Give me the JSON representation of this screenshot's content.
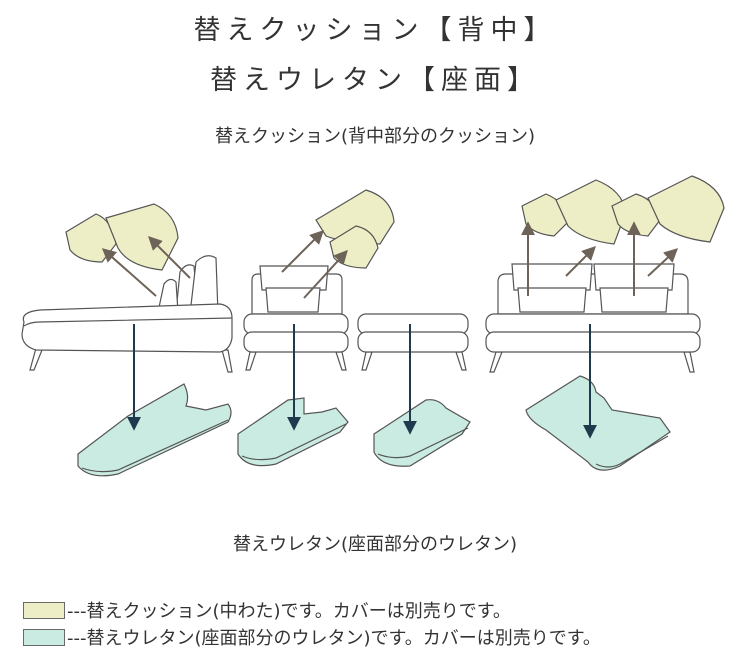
{
  "titles": {
    "line1": "替えクッション【背中】",
    "line2": "替えウレタン【座面】"
  },
  "captions": {
    "top": "替えクッション(背中部分のクッション)",
    "bottom": "替えウレタン(座面部分のウレタン)"
  },
  "legend": [
    {
      "color": "#eeeec6",
      "text": "---替えクッション(中わた)です。カバーは別売りです。"
    },
    {
      "color": "#c9ebe1",
      "text": "---替えウレタン(座面部分のウレタン)です。カバーは別売りです。"
    }
  ],
  "colors": {
    "cushion_fill": "#eeeec6",
    "urethane_fill": "#c9ebe1",
    "outline": "#555555",
    "arrow_up": "#6e6358",
    "arrow_down": "#1f3a4d"
  }
}
